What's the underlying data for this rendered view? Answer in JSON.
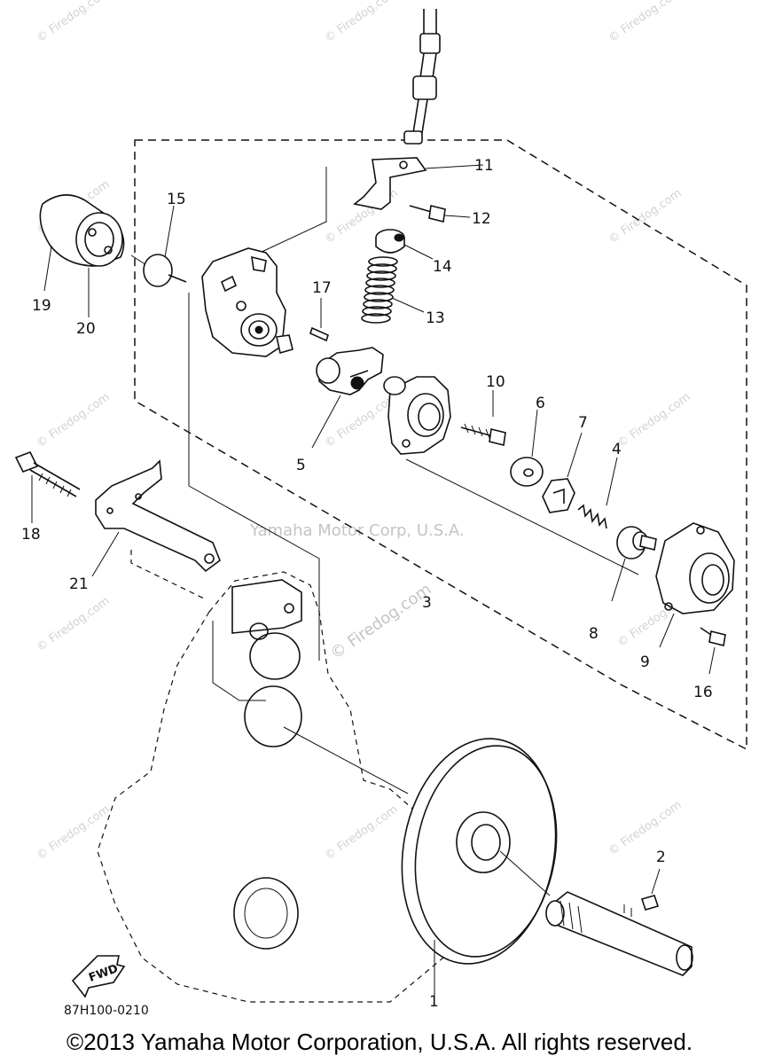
{
  "watermark": {
    "text": "© Firedog.com",
    "center_text": "Yamaha Motor Corp, U.S.A."
  },
  "diagram_code": "87H100-0210",
  "fwd_label": "FWD",
  "footer": {
    "copyright": "©2013 Yamaha Motor Corporation, U.S.A. All rights reserved."
  },
  "parts": [
    {
      "number": "1"
    },
    {
      "number": "2"
    },
    {
      "number": "3"
    },
    {
      "number": "4"
    },
    {
      "number": "5"
    },
    {
      "number": "6"
    },
    {
      "number": "7"
    },
    {
      "number": "8"
    },
    {
      "number": "9"
    },
    {
      "number": "10"
    },
    {
      "number": "11"
    },
    {
      "number": "12"
    },
    {
      "number": "13"
    },
    {
      "number": "14"
    },
    {
      "number": "15"
    },
    {
      "number": "16"
    },
    {
      "number": "17"
    },
    {
      "number": "18"
    },
    {
      "number": "19"
    },
    {
      "number": "20"
    },
    {
      "number": "21"
    }
  ]
}
